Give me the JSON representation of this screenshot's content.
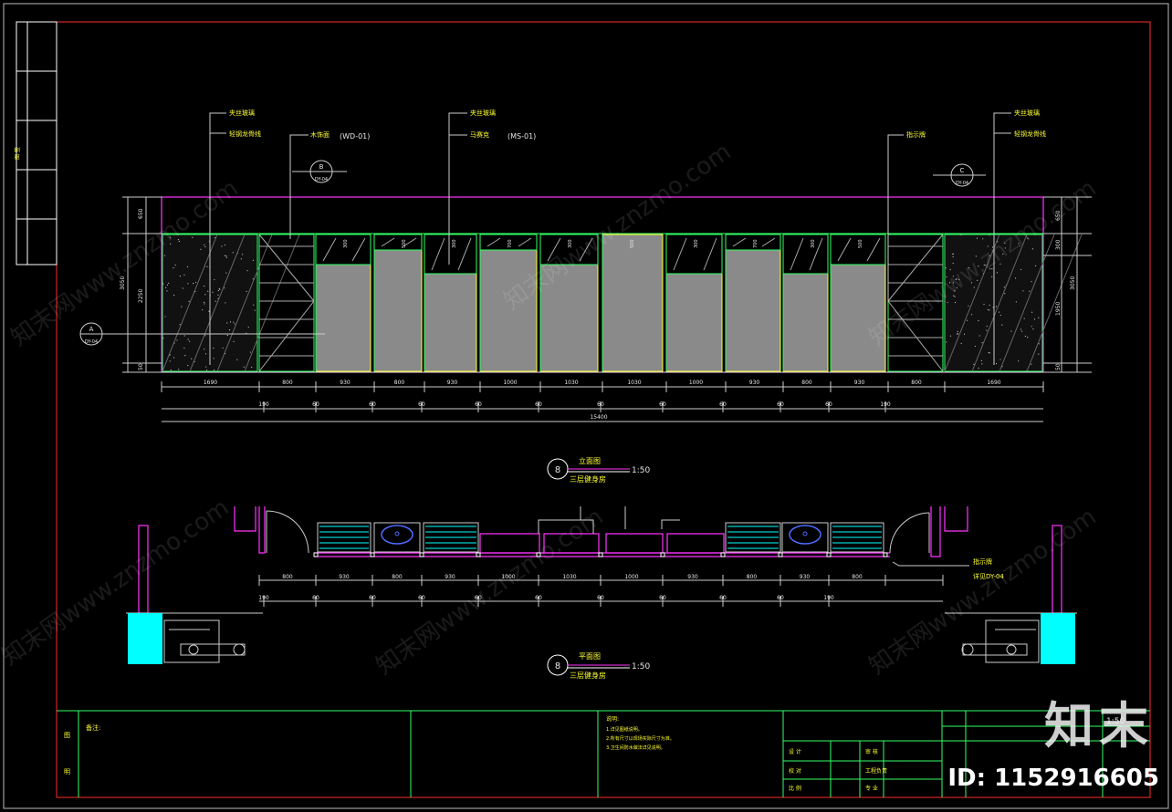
{
  "labels": {
    "top_left_1": "夹丝玻璃",
    "top_left_2": "轻钢龙骨线",
    "wood_panel": "木饰面",
    "wood_code": "(WD-01)",
    "top_mid_1": "夹丝玻璃",
    "top_mid_2": "马赛克",
    "mosaic_code": "(MS-01)",
    "sign": "指示牌",
    "top_right_1": "夹丝玻璃",
    "top_right_2": "轻钢龙骨线"
  },
  "markers": {
    "b_letter": "B",
    "b_sub": "DY-04",
    "c_letter": "C",
    "c_sub": "DY-04",
    "a_letter": "A",
    "a_sub": "DY-04"
  },
  "elevation": {
    "dims_row1": [
      "1690",
      "800",
      "930",
      "800",
      "930",
      "1000",
      "1030",
      "1030",
      "1000",
      "930",
      "800",
      "930",
      "800",
      "1690"
    ],
    "dims_row2": [
      "190",
      "60",
      "60",
      "60",
      "60",
      "60",
      "60",
      "60",
      "60",
      "60",
      "60",
      "190"
    ],
    "total": "15400",
    "left_dims": [
      "650",
      "2250",
      "50"
    ],
    "left_total": "3050",
    "right_dims": [
      "650",
      "300",
      "1950",
      "50"
    ],
    "right_total": "3050",
    "panel_marks": [
      "300",
      "500",
      "300",
      "700",
      "300",
      "500",
      "300",
      "700",
      "300",
      "500"
    ],
    "title_num": "8",
    "title": "立面图",
    "scale": "1:50",
    "subtitle": "三层健身房"
  },
  "plan": {
    "dims_row1": [
      "800",
      "930",
      "800",
      "930",
      "1000",
      "1030",
      "1000",
      "930",
      "800",
      "930",
      "800"
    ],
    "dims_row2": [
      "190",
      "60",
      "60",
      "60",
      "60",
      "60",
      "60",
      "60",
      "60",
      "60",
      "190"
    ],
    "sign_label": "指示牌",
    "sign_ref": "详见DY-04",
    "title_num": "8",
    "title": "平面图",
    "scale": "1:50",
    "subtitle": "三层健身房"
  },
  "titleblock": {
    "left_char_1": "图",
    "left_char_2": "明",
    "notes_label": "备注:",
    "notes_head": "说明:",
    "notes": [
      "1.详见图纸说明。",
      "2.所有尺寸以现场实际尺寸为准。",
      "3.卫生间防水做法详见说明。"
    ],
    "scale_value": "1:50",
    "grid_labels": [
      "设 计",
      "审 核",
      "校 对",
      "工程负责",
      "比 例",
      "专 业"
    ]
  },
  "side_label": "图 签",
  "watermark": "知末网www.znzmo.com",
  "brand": "知末",
  "id_label": "ID: 1152916605",
  "colors": {
    "frame": "#ff2a2a",
    "wall": "#ff33ff",
    "glass": "#33ff66",
    "text": "#ffff33",
    "cyan": "#00ffff"
  }
}
